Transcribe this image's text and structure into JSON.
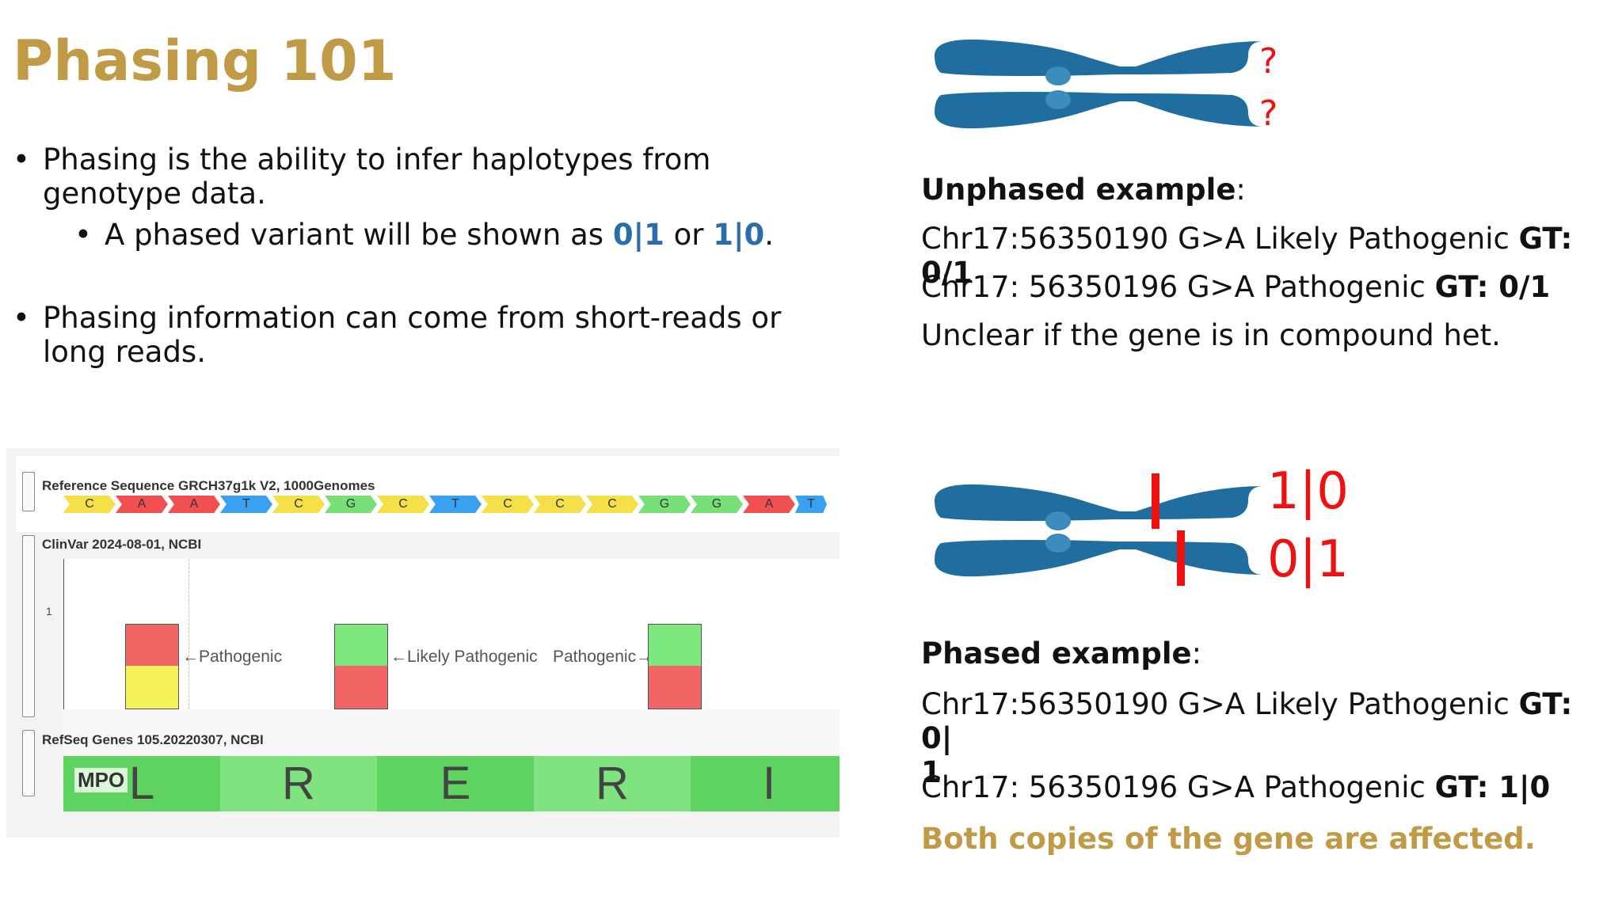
{
  "slide": {
    "title": "Phasing 101",
    "bullets": [
      {
        "text": "Phasing is the ability to infer haplotypes from genotype data."
      },
      {
        "sub_prefix": "A phased variant will be shown as ",
        "sub_code1": "0|1",
        "sub_mid": " or ",
        "sub_code2": "1|0",
        "sub_end": "."
      },
      {
        "text": "Phasing information can come from short-reads or long reads."
      }
    ]
  },
  "unphased": {
    "question_top": "?",
    "question_bottom": "?",
    "heading": "Unphased example",
    "heading_colon": ":",
    "line1_text": "Chr17:56350190 G>A Likely Pathogenic ",
    "line1_gt": "GT: 0/1",
    "line2_text": "Chr17: 56350196 G>A Pathogenic ",
    "line2_gt": "GT: 0/1",
    "line3": "Unclear if the gene is in compound het."
  },
  "phased": {
    "top_label": "1|0",
    "bottom_label": "0|1",
    "heading": "Phased example",
    "heading_colon": ":",
    "line1_text": "Chr17:56350190 G>A Likely Pathogenic ",
    "line1_gt": "GT: 0|",
    "line1_wrap": "1",
    "line2_text": "Chr17: 56350196 G>A Pathogenic ",
    "line2_gt": "GT: 1|0",
    "conclusion": "Both copies of the gene are affected."
  },
  "browser": {
    "ref_track_label": "Reference Sequence GRCH37g1k V2, 1000Genomes",
    "sequence": [
      "C",
      "A",
      "A",
      "T",
      "C",
      "G",
      "C",
      "T",
      "C",
      "C",
      "C",
      "G",
      "G",
      "A",
      "T"
    ],
    "nucleotide_colors": {
      "A": "#f05050",
      "C": "#f5e04a",
      "G": "#78e078",
      "T": "#3aa0f0"
    },
    "clinvar_track_label": "ClinVar 2024-08-01, NCBI",
    "y_tick": "1",
    "variants": [
      {
        "label": "Pathogenic",
        "top_color": "#f26565",
        "bottom_color": "#f5f25a"
      },
      {
        "label": "Likely Pathogenic",
        "top_color": "#7de87d",
        "bottom_color": "#f26565"
      },
      {
        "label": "Pathogenic",
        "top_color": "#7de87d",
        "bottom_color": "#f26565"
      }
    ],
    "refseq_track_label": "RefSeq Genes 105.20220307, NCBI",
    "gene": "MPO",
    "amino_acids": [
      "L",
      "R",
      "E",
      "R",
      "I"
    ]
  }
}
